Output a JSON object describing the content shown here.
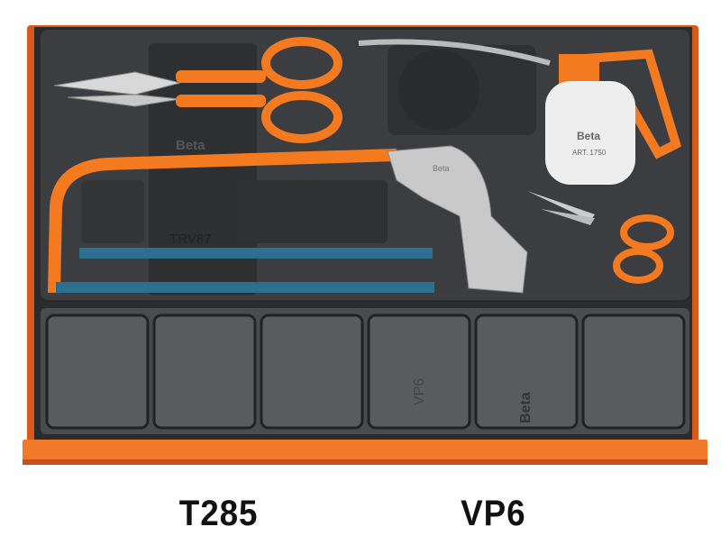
{
  "product": {
    "tray_emboss_brand": "Beta",
    "tray_emboss_code": "TRV87",
    "oiler_brand": "Beta",
    "oiler_article": "ART. 1750",
    "saw_brand": "Beta",
    "compartment_emboss_code": "VP6",
    "compartment_emboss_brand": "Beta"
  },
  "captions": {
    "left": "T285",
    "right": "VP6"
  },
  "colors": {
    "drawer_orange": "#e8661c",
    "tray_dark": "#3a3b3d",
    "tool_orange": "#f47a20",
    "blade_blue": "#2d6f8e"
  }
}
